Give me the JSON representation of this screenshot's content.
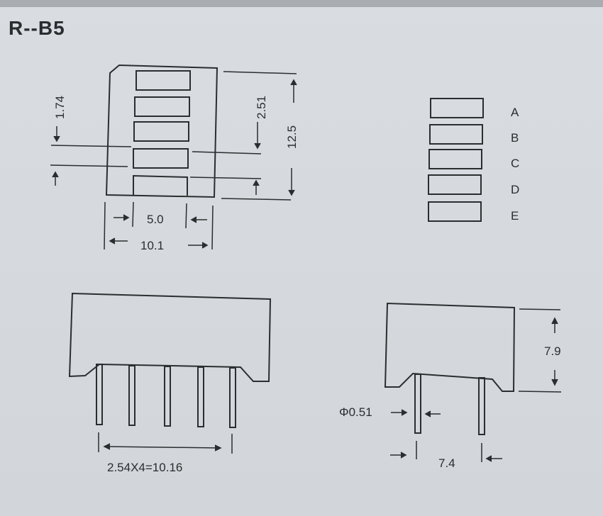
{
  "title": "R--B5",
  "front_view": {
    "dims": {
      "segment_pitch": "1.74",
      "segment_height": "2.51",
      "overall_height": "12.5",
      "segment_width": "5.0",
      "overall_width": "10.1"
    }
  },
  "segment_legend": {
    "labels": [
      "A",
      "B",
      "C",
      "D",
      "E"
    ]
  },
  "side_view_pins": {
    "pin_spacing": "2.54X4=10.16"
  },
  "end_view": {
    "height": "7.9",
    "pin_diameter": "Φ0.51",
    "row_spacing": "7.4"
  },
  "colors": {
    "background": "#d6dade",
    "ink": "#2b2d2f"
  }
}
